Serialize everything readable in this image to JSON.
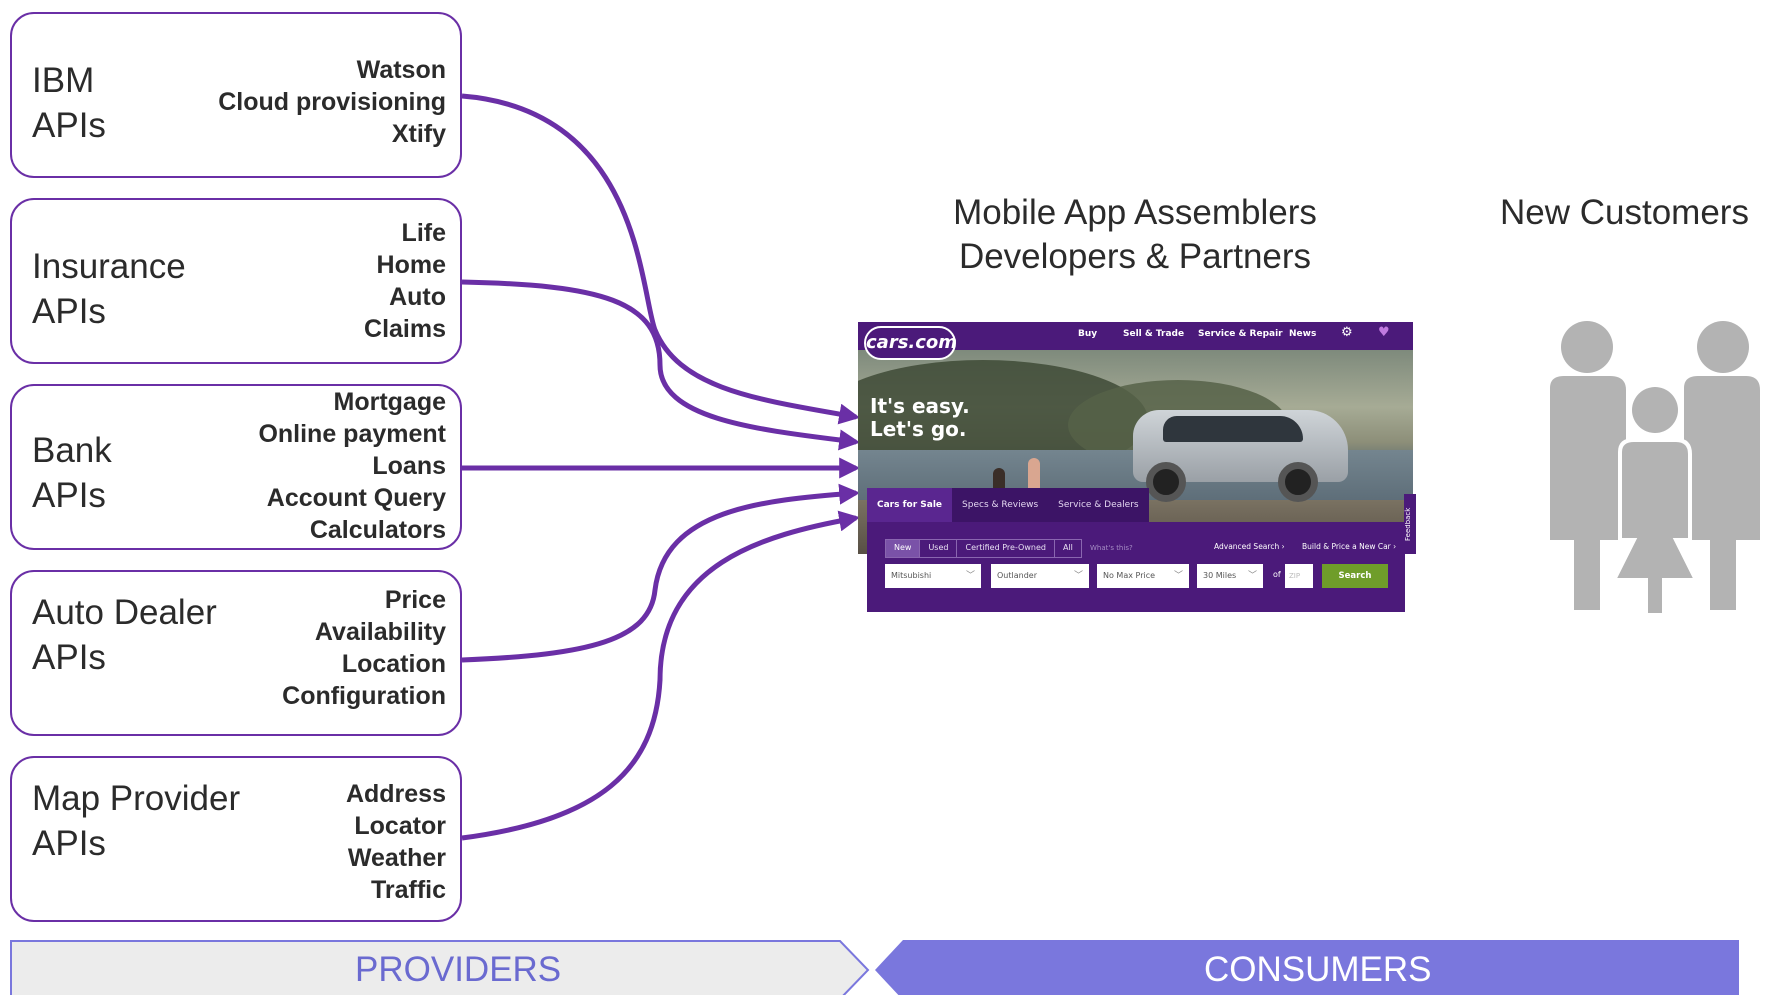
{
  "providers": [
    {
      "name_line1": "IBM",
      "name_line2": "APIs",
      "items": [
        "Watson",
        "Cloud provisioning",
        "Xtify"
      ]
    },
    {
      "name_line1": "Insurance",
      "name_line2": "APIs",
      "items": [
        "Life",
        "Home",
        "Auto",
        "Claims"
      ]
    },
    {
      "name_line1": "Bank",
      "name_line2": "APIs",
      "items": [
        "Mortgage",
        "Online payment",
        "Loans",
        "Account Query",
        "Calculators"
      ]
    },
    {
      "name_line1": "Auto Dealer",
      "name_line2": "APIs",
      "items": [
        "Price",
        "Availability",
        "Location",
        "Configuration"
      ]
    },
    {
      "name_line1": "Map Provider",
      "name_line2": "APIs",
      "items": [
        "Address",
        "Locator",
        "Weather",
        "Traffic"
      ]
    }
  ],
  "consumers": {
    "assemblers_line1": "Mobile App Assemblers",
    "assemblers_line2": "Developers & Partners",
    "customers": "New Customers"
  },
  "website": {
    "logo": "cars.com",
    "nav": [
      "Buy",
      "Sell & Trade",
      "Service & Repair",
      "News"
    ],
    "hero_line1": "It's easy.",
    "hero_line2": "Let's go.",
    "tabs": [
      "Cars for Sale",
      "Specs & Reviews",
      "Service & Dealers"
    ],
    "conditions": [
      "New",
      "Used",
      "Certified Pre-Owned",
      "All"
    ],
    "whats_this": "What's this?",
    "advanced_search": "Advanced Search ›",
    "build_price": "Build & Price a New Car ›",
    "make": "Mitsubishi",
    "model": "Outlander",
    "max_price": "No Max Price",
    "distance": "30 Miles",
    "of_label": "of",
    "zip_placeholder": "ZIP",
    "search_button": "Search",
    "feedback": "Feedback"
  },
  "banners": {
    "providers": "PROVIDERS",
    "consumers": "CONSUMERS"
  },
  "colors": {
    "accent_purple": "#6a2fa6",
    "providers_banner": "#ececec",
    "consumers_banner": "#7a77dd",
    "providers_text": "#6a6ad0",
    "person_gray": "#b3b3b3"
  }
}
